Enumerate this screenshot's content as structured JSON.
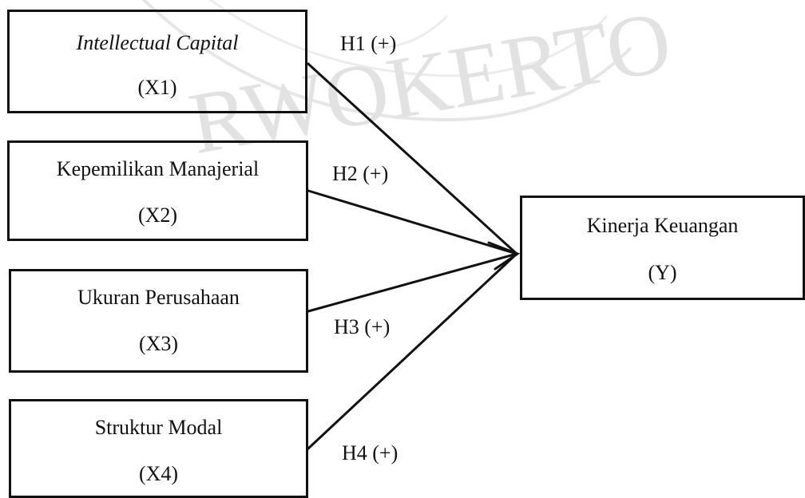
{
  "variables": [
    {
      "label": "Intellectual Capital",
      "code": "(X1)",
      "italic": true
    },
    {
      "label": "Kepemilikan Manajerial",
      "code": "(X2)",
      "italic": false
    },
    {
      "label": "Ukuran Perusahaan",
      "code": "(X3)",
      "italic": false
    },
    {
      "label": "Struktur Modal",
      "code": "(X4)",
      "italic": false
    }
  ],
  "dependent": {
    "label": "Kinerja Keuangan",
    "code": "(Y)"
  },
  "hypotheses": [
    "H1 (+)",
    "H2 (+)",
    "H3 (+)",
    "H4 (+)"
  ],
  "watermark": "RWOKERTO"
}
